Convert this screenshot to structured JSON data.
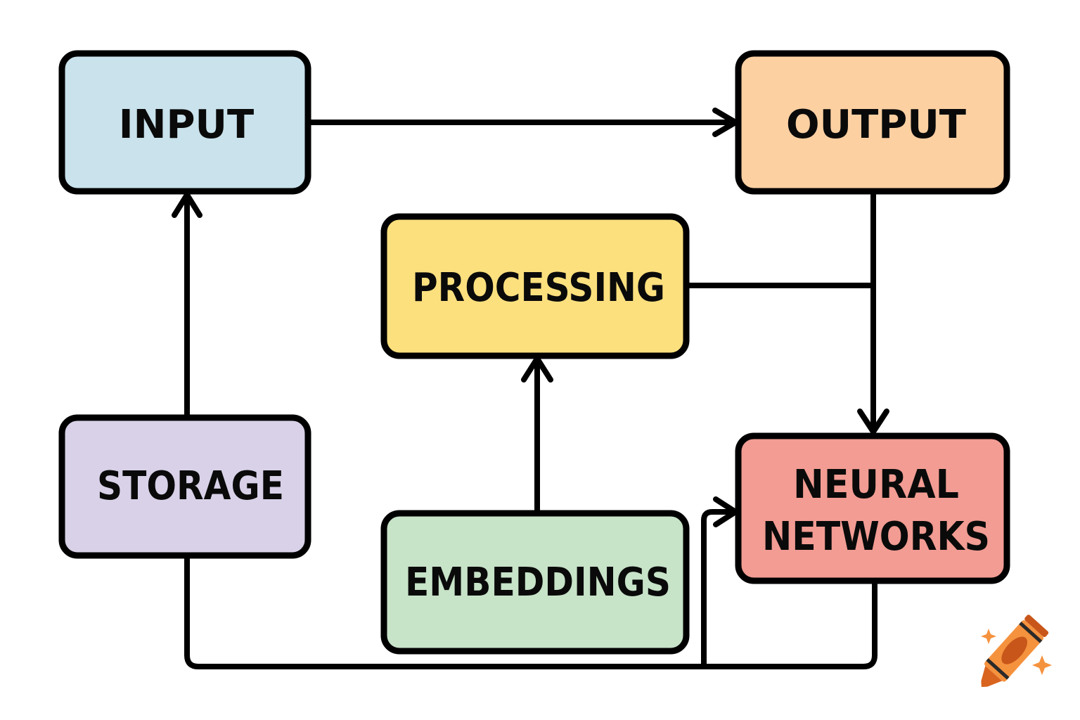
{
  "diagram": {
    "type": "flowchart",
    "nodes": [
      {
        "id": "input",
        "label": "INPUT",
        "color": "#c9e2ec"
      },
      {
        "id": "output",
        "label": "OUTPUT",
        "color": "#fdd0a2"
      },
      {
        "id": "processing",
        "label": "PROCESSING",
        "color": "#fde07e"
      },
      {
        "id": "storage",
        "label": "STORAGE",
        "color": "#d8d1e8"
      },
      {
        "id": "embeddings",
        "label": "EMBEDDINGS",
        "color": "#c7e3c8"
      },
      {
        "id": "neural",
        "label_line1": "NEURAL",
        "label_line2": "NETWORKS",
        "color": "#f29c93"
      }
    ],
    "edges": [
      {
        "from": "input",
        "to": "output"
      },
      {
        "from": "storage",
        "to": "input"
      },
      {
        "from": "embeddings",
        "to": "processing"
      },
      {
        "from": "output",
        "to": "neural"
      },
      {
        "from": "processing",
        "to": "neural"
      },
      {
        "from": "storage",
        "to": "neural",
        "via": "bottom-loop"
      },
      {
        "from": "neural",
        "to": "neural",
        "via": "bottom-loop"
      }
    ]
  },
  "logo": {
    "icon": "crayon-icon",
    "colors": {
      "body": "#f5923e",
      "dark": "#c8561a",
      "band": "#2a2a2a",
      "sparkle": "#f5923e"
    }
  }
}
